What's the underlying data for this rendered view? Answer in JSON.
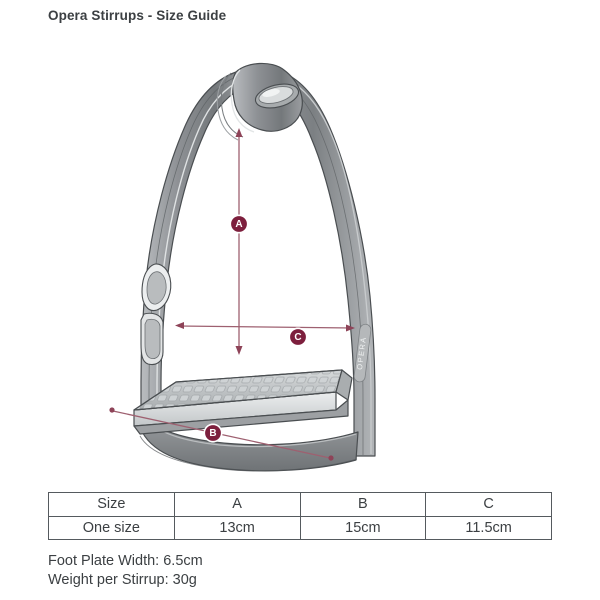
{
  "page": {
    "title": "Opera Stirrups - Size Guide",
    "background_color": "#ffffff"
  },
  "colors": {
    "accent_marker": "#7d1f3d",
    "dimension_line": "#9e6070",
    "metal_mid": "#8f9296",
    "metal_light": "#c9ccce",
    "metal_dark": "#6c7073",
    "outline": "#3f4346",
    "text": "#3c4043",
    "table_border": "#555a5e"
  },
  "diagram": {
    "name": "stirrup-size-diagram",
    "alt": "Technical illustration of an Opera stirrup iron with dimension callouts A, B and C",
    "brand_emboss": "OPERA",
    "markers": [
      {
        "id": "A",
        "label": "A",
        "orientation": "vertical",
        "measures": "height-inside"
      },
      {
        "id": "B",
        "label": "B",
        "orientation": "diagonal",
        "measures": "outer-depth"
      },
      {
        "id": "C",
        "label": "C",
        "orientation": "horizontal",
        "measures": "tread-width-inside"
      }
    ]
  },
  "table": {
    "name": "size-guide-table",
    "columns": [
      "Size",
      "A",
      "B",
      "C"
    ],
    "rows": [
      [
        "One size",
        "13cm",
        "15cm",
        "11.5cm"
      ]
    ]
  },
  "notes": [
    "Foot Plate Width: 6.5cm",
    "Weight per Stirrup: 30g"
  ]
}
